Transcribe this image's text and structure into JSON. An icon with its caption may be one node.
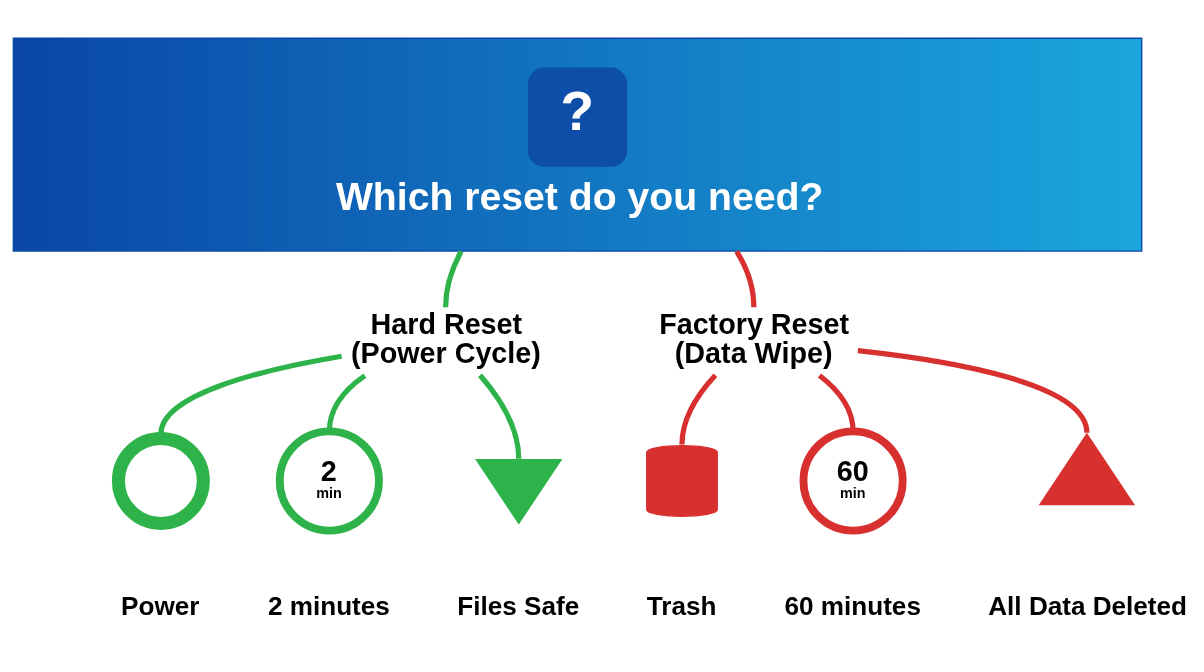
{
  "diagram": {
    "nodes": [
      {
        "text": [
          "?",
          "Which reset do you need?"
        ]
      },
      {
        "text": [
          "Hard Reset",
          "(Power Cycle)"
        ]
      },
      {
        "text": [
          "Factory Reset",
          "(Data Wipe)"
        ]
      },
      {
        "text": [],
        "shape": "picture",
        "beside": [
          "Power"
        ]
      },
      {
        "text": [
          "2",
          "min"
        ],
        "beside": [
          "2 minutes"
        ]
      },
      {
        "text": [],
        "shape": "picture",
        "beside": [
          "Files Safe"
        ]
      },
      {
        "text": [],
        "shape": "picture",
        "beside": [
          "Trash"
        ]
      },
      {
        "text": [
          "60",
          "min"
        ],
        "beside": [
          "60 minutes"
        ]
      },
      {
        "text": [],
        "shape": "picture",
        "beside": [
          "All Data Deleted"
        ]
      }
    ],
    "edges": [
      {
        "from": 0,
        "to": 1,
        "arrow": "none",
        "color": "#2db34a"
      },
      {
        "from": 0,
        "to": 2,
        "arrow": "none",
        "color": "#d8302f"
      },
      {
        "from": 1,
        "to": 3,
        "arrow": "none",
        "color": "#2db34a"
      },
      {
        "from": 1,
        "to": 4,
        "arrow": "none",
        "color": "#2db34a"
      },
      {
        "from": 1,
        "to": 5,
        "arrow": "none",
        "color": "#2db34a"
      },
      {
        "from": 2,
        "to": 6,
        "arrow": "none",
        "color": "#d8302f"
      },
      {
        "from": 2,
        "to": 7,
        "arrow": "none",
        "color": "#d8302f"
      },
      {
        "from": 2,
        "to": 8,
        "arrow": "none",
        "color": "#d8302f"
      }
    ]
  }
}
